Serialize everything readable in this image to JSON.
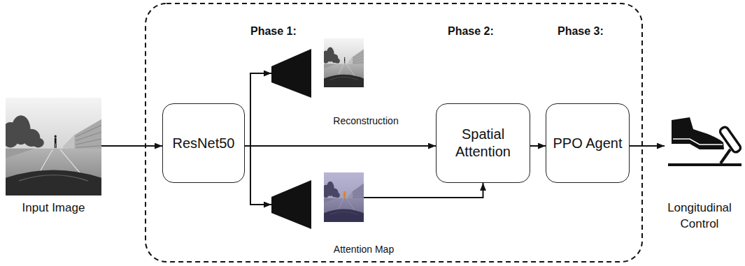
{
  "diagram": {
    "nodes": [
      {
        "text": [
          "Input Image"
        ]
      },
      {
        "text": [
          "ResNet50"
        ]
      },
      {
        "text": [
          "Reconstruction"
        ]
      },
      {
        "text": [
          "Attention Map"
        ]
      },
      {
        "text": [
          "Spatial Attention"
        ]
      },
      {
        "text": [
          "PPO Agent"
        ]
      },
      {
        "text": [
          "Longitudinal Control"
        ]
      }
    ],
    "edges": [
      {
        "from": 0,
        "to": 1,
        "arrow": "to"
      },
      {
        "from": 1,
        "to": 2,
        "arrow": "to"
      },
      {
        "from": 1,
        "to": 3,
        "arrow": "to"
      },
      {
        "from": 1,
        "to": 4,
        "arrow": "to"
      },
      {
        "from": 3,
        "to": 4,
        "arrow": "to"
      },
      {
        "from": 4,
        "to": 5,
        "arrow": "to"
      },
      {
        "from": 5,
        "to": 6,
        "arrow": "to"
      }
    ],
    "labels": [
      "Phase 1:",
      "Phase 2:",
      "Phase 3:"
    ]
  }
}
